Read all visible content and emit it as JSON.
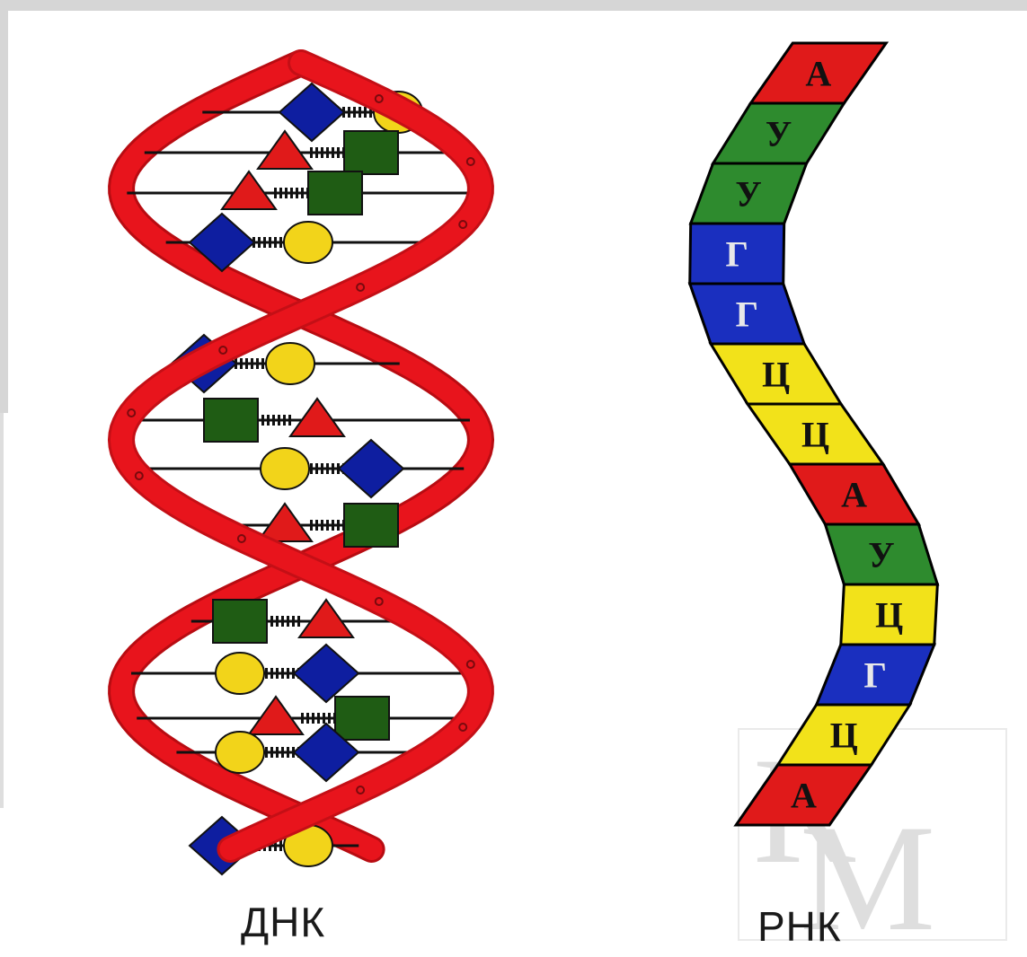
{
  "labels": {
    "dna": "ДНК",
    "rna": "РНК"
  },
  "watermark": {
    "letters": [
      "К",
      "М"
    ]
  },
  "colors": {
    "strand": "#e8141c",
    "adenine": "#e01a1a",
    "uracil": "#2e8b2e",
    "guanine": "#1a2fbf",
    "cytosine": "#f2e21a",
    "dna_diamond": "#0e1ea0",
    "dna_circle": "#f2d41a",
    "dna_square": "#1f5c14",
    "dna_triangle": "#e01a1a"
  },
  "rna_sequence": [
    "А",
    "У",
    "У",
    "Г",
    "Г",
    "Ц",
    "Ц",
    "А",
    "У",
    "Ц",
    "Г",
    "Ц",
    "А"
  ],
  "rna_shape_icons": {
    "А": "red-segment",
    "У": "green-segment",
    "Г": "blue-segment",
    "Ц": "yellow-segment"
  },
  "dna_pairs": [
    [
      "diamond",
      "circle"
    ],
    [
      "triangle",
      "square"
    ],
    [
      "triangle",
      "square"
    ],
    [
      "diamond",
      "circle"
    ],
    [
      "diamond",
      "circle"
    ],
    [
      "square",
      "triangle"
    ],
    [
      "circle",
      "diamond"
    ],
    [
      "triangle",
      "square"
    ],
    [
      "square",
      "triangle"
    ],
    [
      "circle",
      "diamond"
    ],
    [
      "triangle",
      "square"
    ],
    [
      "circle",
      "diamond"
    ],
    [
      "diamond",
      "circle"
    ]
  ]
}
